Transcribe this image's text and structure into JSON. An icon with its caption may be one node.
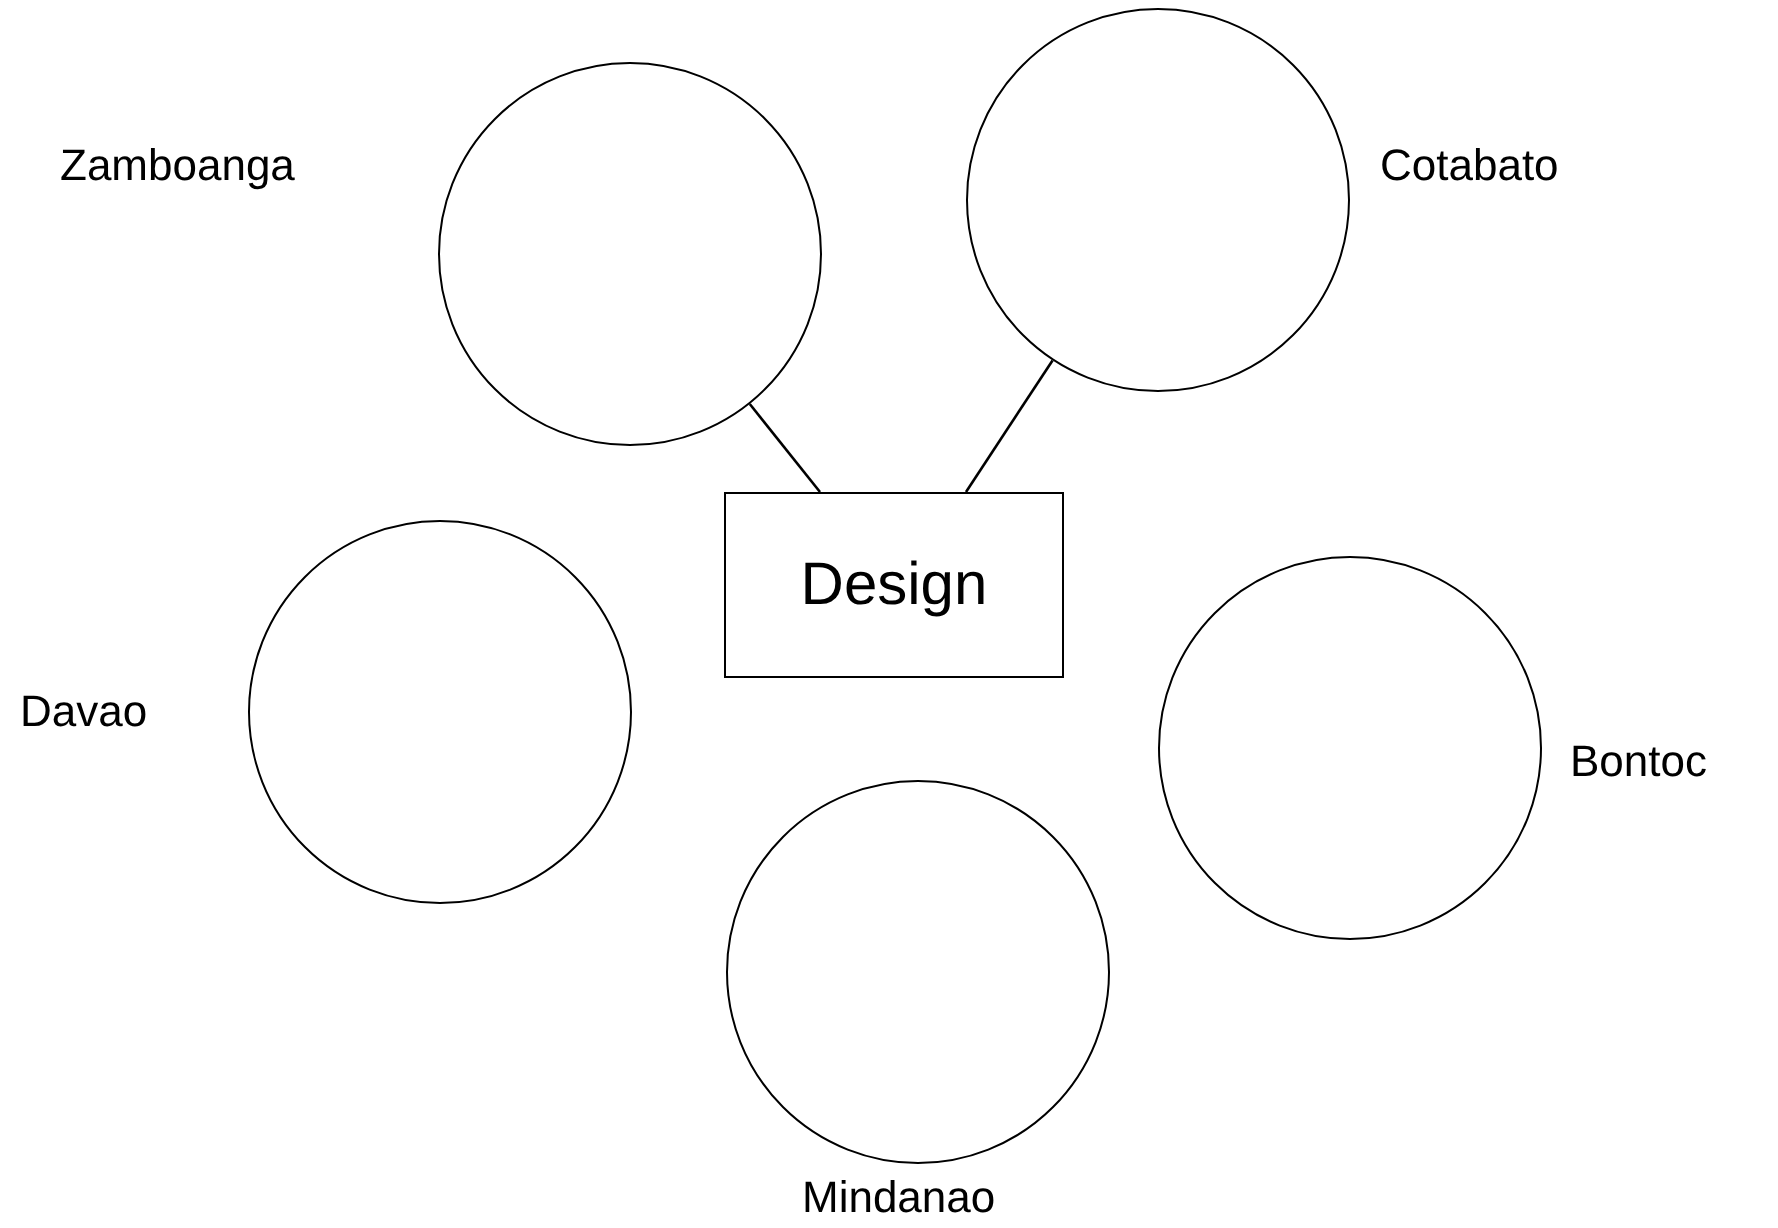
{
  "diagram": {
    "nodes": [
      {
        "text": [],
        "shape": "circle",
        "beside": [
          "Zamboanga"
        ]
      },
      {
        "text": [],
        "shape": "circle",
        "beside": [
          "Cotabato"
        ]
      },
      {
        "text": [
          "Design"
        ]
      },
      {
        "text": [],
        "shape": "circle",
        "beside": [
          "Davao"
        ]
      },
      {
        "text": [],
        "shape": "circle",
        "beside": [
          "Bontoc"
        ]
      },
      {
        "text": [],
        "shape": "circle",
        "beside": [
          "Mindanao"
        ]
      }
    ],
    "edges": [
      {
        "from": 2,
        "to": 0,
        "arrow": "none"
      },
      {
        "from": 2,
        "to": 1,
        "arrow": "none"
      }
    ]
  }
}
